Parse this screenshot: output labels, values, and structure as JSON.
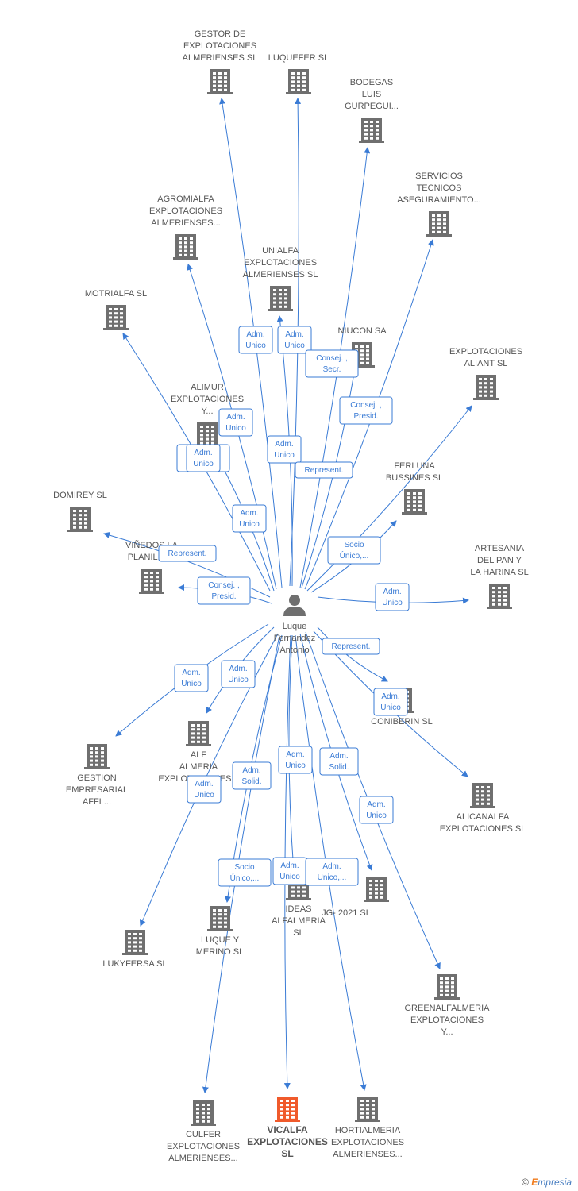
{
  "colors": {
    "edge": "#3a7bd5",
    "building": "#6f6f6f",
    "building_highlight": "#f05a2b",
    "person": "#6f6f6f",
    "label_box_border": "#3a7bd5"
  },
  "center": {
    "id": "person",
    "lines": [
      "Luque",
      "Fernandez",
      "Antonio"
    ],
    "icon": "person-icon"
  },
  "nodes": [
    {
      "id": "gestor",
      "lines": [
        "GESTOR DE",
        "EXPLOTACIONES",
        "ALMERIENSES SL"
      ],
      "label_pos": "above"
    },
    {
      "id": "luquefer",
      "lines": [
        "LUQUEFER SL"
      ],
      "label_pos": "above"
    },
    {
      "id": "bodegas",
      "lines": [
        "BODEGAS",
        "LUIS",
        "GURPEGUI..."
      ],
      "label_pos": "above"
    },
    {
      "id": "servicios",
      "lines": [
        "SERVICIOS",
        "TECNICOS",
        "ASEGURAMIENTO..."
      ],
      "label_pos": "above"
    },
    {
      "id": "agromialfa",
      "lines": [
        "AGROMIALFA",
        "EXPLOTACIONES",
        "ALMERIENSES..."
      ],
      "label_pos": "above"
    },
    {
      "id": "unialfa",
      "lines": [
        "UNIALFA",
        "EXPLOTACIONES",
        "ALMERIENSES SL"
      ],
      "label_pos": "above"
    },
    {
      "id": "motrialfa",
      "lines": [
        "MOTRIALFA SL"
      ],
      "label_pos": "above"
    },
    {
      "id": "niucon",
      "lines": [
        "NIUCON SA"
      ],
      "label_pos": "above"
    },
    {
      "id": "aliant",
      "lines": [
        "EXPLOTACIONES",
        "ALIANT SL"
      ],
      "label_pos": "above"
    },
    {
      "id": "alimur",
      "lines": [
        "ALIMUR",
        "EXPLOTACIONES",
        "Y..."
      ],
      "label_pos": "above"
    },
    {
      "id": "ferluna",
      "lines": [
        "FERLUNA",
        "BUSSINES SL"
      ],
      "label_pos": "above"
    },
    {
      "id": "domirey",
      "lines": [
        "DOMIREY SL"
      ],
      "label_pos": "above"
    },
    {
      "id": "vinedos",
      "lines": [
        "VIÑEDOS LA",
        "PLANILLA..."
      ],
      "label_pos": "above"
    },
    {
      "id": "artesania",
      "lines": [
        "ARTESANIA",
        "DEL PAN Y",
        "LA HARINA SL"
      ],
      "label_pos": "above"
    },
    {
      "id": "coniberin",
      "lines": [
        "CONIBERIN SL"
      ],
      "label_pos": "below"
    },
    {
      "id": "gestion",
      "lines": [
        "GESTION",
        "EMPRESARIAL",
        "AFFL..."
      ],
      "label_pos": "below"
    },
    {
      "id": "alf",
      "lines": [
        "ALF",
        "ALMERIA",
        "EXPLOTACIONES..."
      ],
      "label_pos": "below"
    },
    {
      "id": "alicanalfa",
      "lines": [
        "ALICANALFA",
        "EXPLOTACIONES SL"
      ],
      "label_pos": "below"
    },
    {
      "id": "ideas",
      "lines": [
        "IDEAS",
        "ALFALMERIA",
        "SL"
      ],
      "label_pos": "below"
    },
    {
      "id": "jg2021",
      "lines": [
        "JG- 2021  SL"
      ],
      "label_pos": "right"
    },
    {
      "id": "luquemerino",
      "lines": [
        "LUQUE Y",
        "MERINO  SL"
      ],
      "label_pos": "below"
    },
    {
      "id": "lukyfersa",
      "lines": [
        "LUKYFERSA SL"
      ],
      "label_pos": "below"
    },
    {
      "id": "greenalf",
      "lines": [
        "GREENALFALMERIA",
        "EXPLOTACIONES",
        "Y..."
      ],
      "label_pos": "below"
    },
    {
      "id": "culfer",
      "lines": [
        "CULFER",
        "EXPLOTACIONES",
        "ALMERIENSES..."
      ],
      "label_pos": "below"
    },
    {
      "id": "vicalfa",
      "lines": [
        "VICALFA",
        "EXPLOTACIONES",
        "SL"
      ],
      "label_pos": "below",
      "highlight": true
    },
    {
      "id": "hortialmeria",
      "lines": [
        "HORTIALMERIA",
        "EXPLOTACIONES",
        "ALMERIENSES..."
      ],
      "label_pos": "below"
    }
  ],
  "edges": [
    {
      "to": "gestor",
      "lines": [
        "Adm.",
        "Unico"
      ]
    },
    {
      "to": "unialfa",
      "lines": [
        "Adm.",
        "Unico"
      ]
    },
    {
      "to": "niucon",
      "lines": [
        "Consej. ,",
        "Secr."
      ]
    },
    {
      "to": "bodegas",
      "lines": [
        "Consej. ,",
        "Presid."
      ]
    },
    {
      "to": "alimur",
      "lines": [
        "Socio",
        "Único,..."
      ]
    },
    {
      "to": "luquefer",
      "lines": [
        "Adm.",
        "Unico"
      ]
    },
    {
      "to": "motrialfa",
      "lines": [
        "Adm.",
        "Unico"
      ]
    },
    {
      "to": "servicios",
      "lines": [
        "Represent."
      ]
    },
    {
      "to": "aliant",
      "lines": [
        "Adm.",
        "Unico"
      ]
    },
    {
      "to": "agromialfa",
      "lines": [
        "Adm.",
        "Unico"
      ]
    },
    {
      "to": "domirey",
      "lines": [
        "Represent."
      ]
    },
    {
      "to": "ferluna",
      "lines": [
        "Socio",
        "Único,..."
      ]
    },
    {
      "to": "vinedos",
      "lines": [
        "Consej. ,",
        "Presid."
      ]
    },
    {
      "to": "artesania",
      "lines": [
        "Adm.",
        "Unico"
      ]
    },
    {
      "to": "coniberin",
      "lines": [
        "Represent."
      ]
    },
    {
      "to": "alicanalfa",
      "lines": [
        "Adm.",
        "Unico"
      ]
    },
    {
      "to": "gestion",
      "lines": [
        "Adm.",
        "Unico"
      ]
    },
    {
      "to": "alf",
      "lines": [
        "Adm.",
        "Unico"
      ]
    },
    {
      "to": "ideas",
      "lines": [
        "Adm.",
        "Unico"
      ]
    },
    {
      "to": "jg2021",
      "lines": [
        "Adm.",
        "Solid."
      ]
    },
    {
      "to": "luquemerino",
      "lines": [
        "Adm.",
        "Solid."
      ]
    },
    {
      "to": "lukyfersa",
      "lines": [
        "Adm.",
        "Unico"
      ]
    },
    {
      "to": "greenalf",
      "lines": [
        "Adm.",
        "Unico"
      ]
    },
    {
      "to": "culfer",
      "lines": [
        "Socio",
        "Único,..."
      ]
    },
    {
      "to": "vicalfa",
      "lines": [
        "Adm.",
        "Unico"
      ]
    },
    {
      "to": "hortialmeria",
      "lines": [
        "Adm.",
        "Unico,..."
      ]
    }
  ],
  "copyright": {
    "symbol": "©",
    "brand_initial": "E",
    "brand_rest": "mpresia"
  }
}
